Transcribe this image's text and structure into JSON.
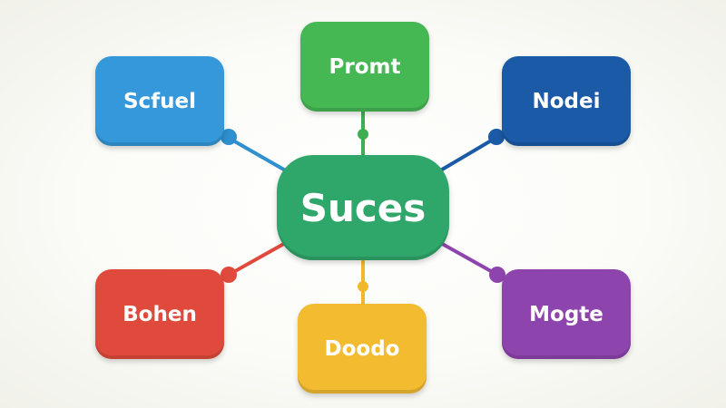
{
  "diagram": {
    "center": {
      "label": "Suces",
      "color": "#2fa76a"
    },
    "nodes": {
      "promt": {
        "label": "Promt",
        "color": "#45b854"
      },
      "scfuel": {
        "label": "Scfuel",
        "color": "#3498db"
      },
      "nodei": {
        "label": "Nodei",
        "color": "#1a5aa6"
      },
      "bohen": {
        "label": "Bohen",
        "color": "#e04a3c"
      },
      "doodo": {
        "label": "Doodo",
        "color": "#f3bb30"
      },
      "mogte": {
        "label": "Mogte",
        "color": "#8e44ad"
      }
    },
    "connector_colors": {
      "promt": "#3fae52",
      "scfuel": "#2f8fcf",
      "nodei": "#1a5aa6",
      "bohen": "#e04a3c",
      "doodo": "#f0b92c",
      "mogte": "#8e44ad"
    }
  }
}
